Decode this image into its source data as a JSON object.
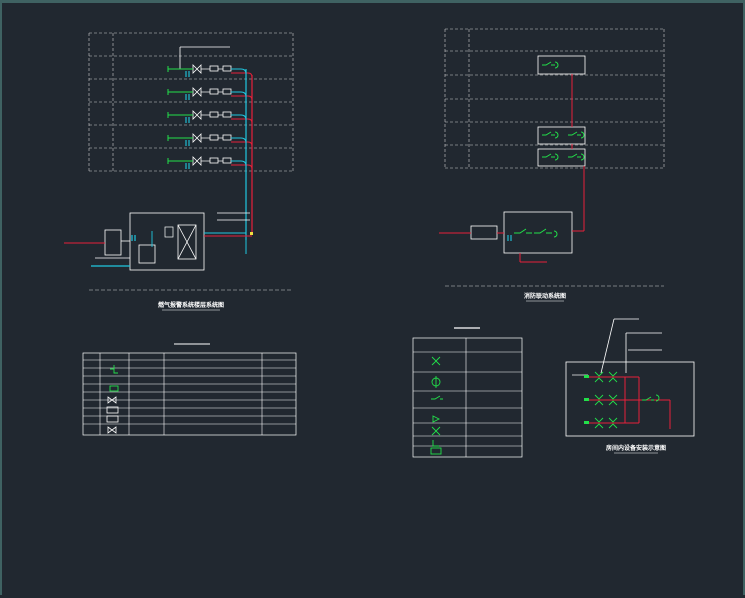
{
  "window": {
    "background": "#212830",
    "frame_color": "#3f6262"
  },
  "colors": {
    "lines": "#ffffff",
    "riser": "#e8203a",
    "cyan": "#20c8e0",
    "green": "#22e04a",
    "yellow": "#f0e040"
  },
  "diagrams": {
    "left_riser": {
      "caption": "燃气报警系统楼层系统图"
    },
    "right_riser": {
      "caption": "消防联动系统图"
    },
    "room_detail": {
      "caption": "房间内设备安装示意图"
    }
  },
  "icons": [
    "detector-icon",
    "valve-icon",
    "alarm-icon",
    "controller-icon",
    "junction-icon"
  ]
}
